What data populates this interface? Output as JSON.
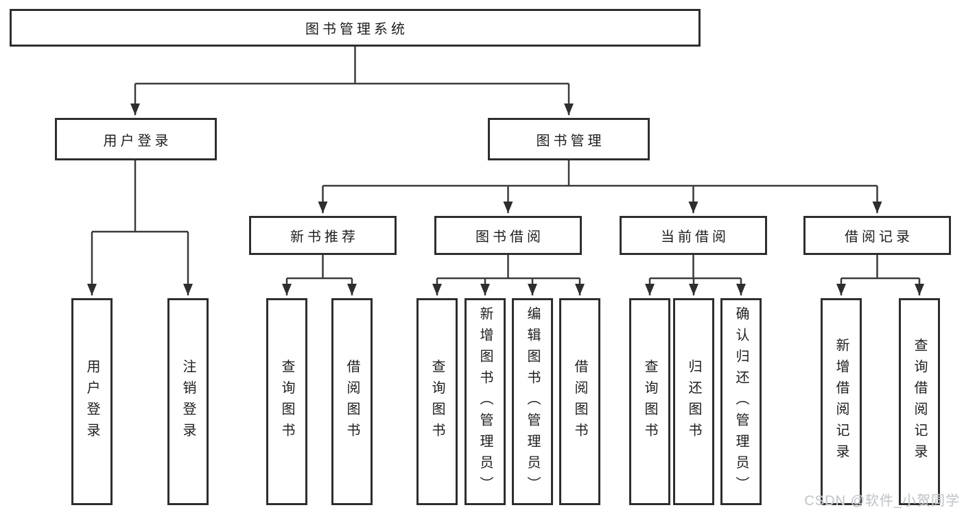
{
  "tree": {
    "root": "图书管理系统",
    "branches": [
      {
        "label": "用户登录",
        "children": [
          "用户登录",
          "注销登录"
        ]
      },
      {
        "label": "图书管理",
        "sections": [
          {
            "label": "新书推荐",
            "children": [
              "查询图书",
              "借阅图书"
            ]
          },
          {
            "label": "图书借阅",
            "children": [
              "查询图书",
              "新增图书（管理员）",
              "编辑图书（管理员）",
              "借阅图书"
            ]
          },
          {
            "label": "当前借阅",
            "children": [
              "查询图书",
              "归还图书",
              "确认归还（管理员）"
            ]
          },
          {
            "label": "借阅记录",
            "children": [
              "新增借阅记录",
              "查询借阅记录"
            ]
          }
        ]
      }
    ]
  },
  "watermark": {
    "text": "CSDN @软件_小贺同学"
  },
  "colors": {
    "line": "#3a3a3a",
    "box_border": "#2e2e2e",
    "box_fill": "#ffffff",
    "text": "#1e1e1e",
    "watermark": "#c4c8cc"
  }
}
